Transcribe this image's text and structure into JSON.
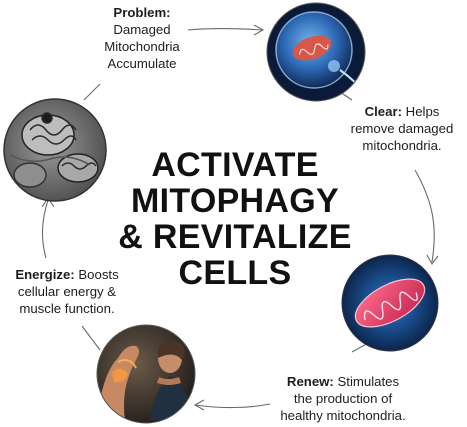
{
  "title_lines": [
    "ACTIVATE",
    "MITOPHAGY",
    "& REVITALIZE",
    "CELLS"
  ],
  "steps": {
    "problem": {
      "label": "Problem:",
      "lines": [
        "Damaged",
        "Mitochondria",
        "Accumulate"
      ],
      "image": "damaged-mitochondria-micrograph"
    },
    "clear": {
      "label": "Clear:",
      "line1_rest": " Helps",
      "lines": [
        "remove damaged",
        "mitochondria."
      ],
      "image": "cell-mitochondria-illustration"
    },
    "renew": {
      "label": "Renew:",
      "line1_rest": " Stimulates",
      "lines": [
        "the production of",
        "healthy mitochondria."
      ],
      "image": "healthy-mitochondrion-render"
    },
    "energize": {
      "label": "Energize:",
      "line1_rest": " Boosts",
      "lines": [
        "cellular energy &",
        "muscle function."
      ],
      "image": "flexing-muscle-photo"
    }
  },
  "colors": {
    "text": "#1e1e1e",
    "arrow": "#6a6a6a"
  }
}
